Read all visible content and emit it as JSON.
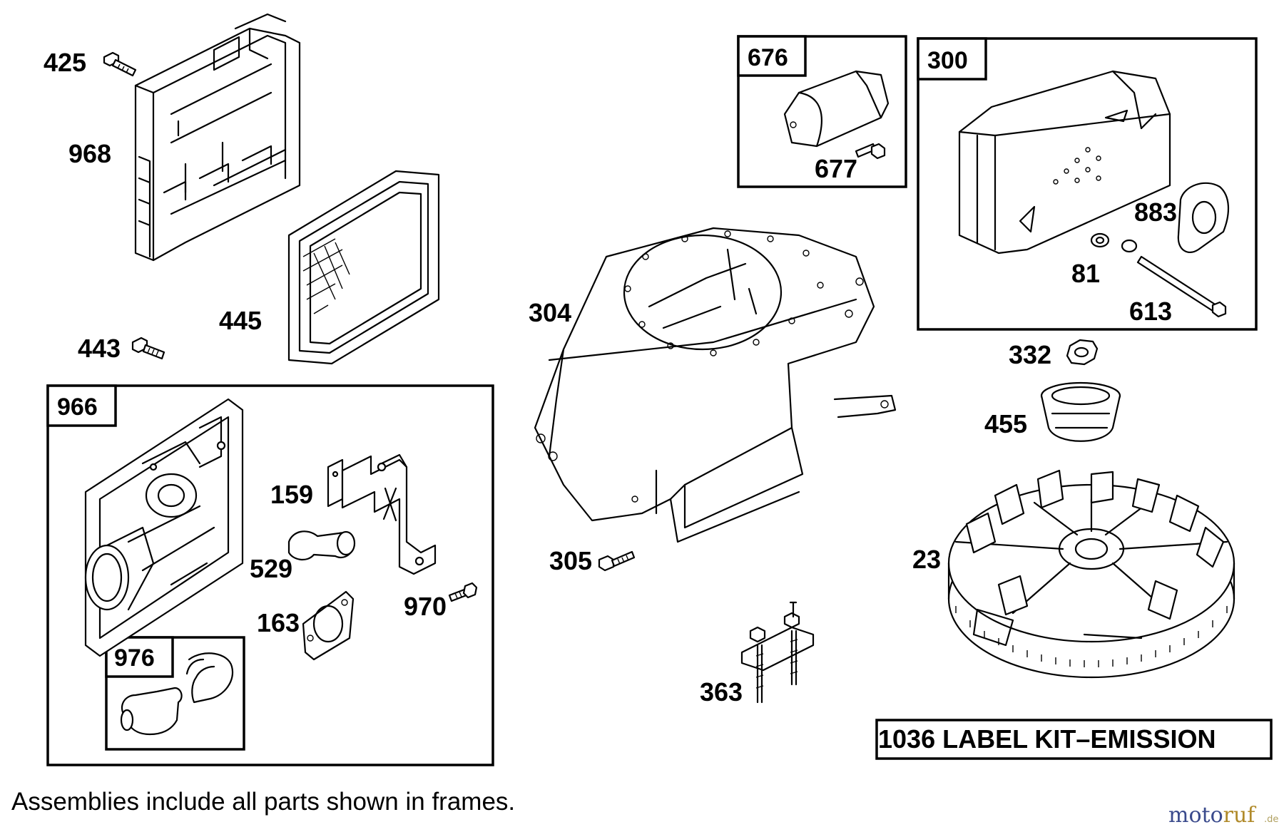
{
  "parts": {
    "p425": "425",
    "p968": "968",
    "p445": "445",
    "p443": "443",
    "p966": "966",
    "p159": "159",
    "p529": "529",
    "p163": "163",
    "p970": "970",
    "p976": "976",
    "p676": "676",
    "p677": "677",
    "p300": "300",
    "p883": "883",
    "p81": "81",
    "p613": "613",
    "p304": "304",
    "p305": "305",
    "p363": "363",
    "p332": "332",
    "p455": "455",
    "p23": "23"
  },
  "kit_label": "1036 LABEL KIT–EMISSION",
  "footnote": "Assemblies include all parts shown in frames.",
  "watermark": {
    "name_a": "moto",
    "name_b": "ruf",
    "tld": ".de",
    "color_a": "#3a4a8c",
    "color_b": "#b08a2a"
  }
}
